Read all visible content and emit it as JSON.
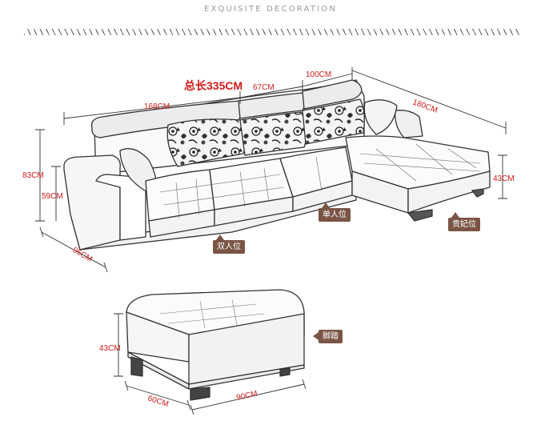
{
  "header": {
    "title": "EXQUISITE DECORATION"
  },
  "dimensions": {
    "total_length": "总长335CM",
    "width_168": "168CM",
    "width_67": "67CM",
    "width_100": "100CM",
    "depth_180": "180CM",
    "height_83": "83CM",
    "seat_59": "59CM",
    "depth_95": "95CM",
    "chaise_43": "43CM",
    "ottoman_height": "43CM",
    "ottoman_depth": "60CM",
    "ottoman_width": "90CM"
  },
  "labels": {
    "double_seat": "双人位",
    "single_seat": "单人位",
    "chaise": "贵妃位",
    "ottoman": "脚踏"
  },
  "colors": {
    "dimension": "#cc1b1b",
    "tag": "#7a5545"
  }
}
